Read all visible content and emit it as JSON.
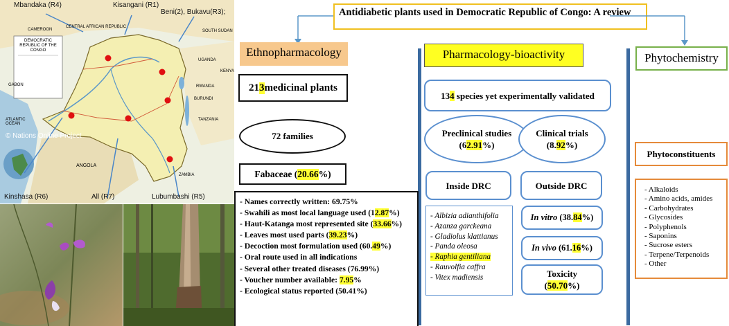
{
  "map": {
    "labels": {
      "mbandaka": "Mbandaka (R4)",
      "kisangani": "Kisangani (R1)",
      "beni": "Beni(2), Bukavu(R3);",
      "kinshasa": "Kinshasa (R6)",
      "all": "All (R7)",
      "lubumbashi": "Lubumbashi (R5)"
    },
    "credit": "© Nations Online Project",
    "legend_title": "DEMOCRATIC REPUBLIC OF THE CONGO",
    "country_labels": [
      "CAMEROON",
      "CENTRAL AFRICAN REPUBLIC",
      "SOUTH SUDAN",
      "UGANDA",
      "KENYA",
      "RWANDA",
      "BURUNDI",
      "TANZANIA",
      "ANGOLA",
      "ZAMBIA",
      "GABON",
      "ATLANTIC OCEAN"
    ],
    "marker_color": "#e01010"
  },
  "title": "Antidiabetic plants used in Democratic Republic of Congo: A review",
  "sections": {
    "ethno": "Ethnopharmacology",
    "pharma": "Pharmacology-bioactivity",
    "phyto": "Phytochemistry"
  },
  "ethno": {
    "plants": {
      "pre": "21",
      "hl": "3",
      "post": " medicinal plants"
    },
    "families": "72 families",
    "fabaceae": {
      "pre": "Fabaceae (",
      "hl": "20.66",
      "post": "%)"
    },
    "items": [
      {
        "pre": "- Names correctly written: 69.75%",
        "hl": "",
        "post": ""
      },
      {
        "pre": "- Swahili as most local language used (1",
        "hl": "2.87",
        "post": "%)"
      },
      {
        "pre": "- Haut-Katanga most represented site (",
        "hl": "33.66",
        "post": "%)"
      },
      {
        "pre": "- Leaves most used parts (",
        "hl": "39.23",
        "post": "%)"
      },
      {
        "pre": "- Decoction most formulation used (60.",
        "hl": "49",
        "post": "%)"
      },
      {
        "pre": "- Oral route used in all indications",
        "hl": "",
        "post": ""
      },
      {
        "pre": "- Several other treated diseases (76.99%)",
        "hl": "",
        "post": ""
      },
      {
        "pre": "- Voucher number available: ",
        "hl": "7.95",
        "post": "%"
      },
      {
        "pre": "- Ecological status reported (50.41%)",
        "hl": "",
        "post": ""
      }
    ]
  },
  "pharma": {
    "species": {
      "pre": "13",
      "hl": "4",
      "post": " species yet experimentally validated"
    },
    "preclinical": {
      "label": "Preclinical studies",
      "pre": "(6",
      "hl": "2.91",
      "post": "%)"
    },
    "clinical": {
      "label": "Clinical trials",
      "pre": "(8.",
      "hl": "92",
      "post": "%)"
    },
    "inside": "Inside DRC",
    "outside": "Outside DRC",
    "species_list": [
      {
        "text": "- Albizia adianthifolia",
        "hl": false
      },
      {
        "text": "- Azanza garckeana",
        "hl": false
      },
      {
        "text": "- Gladiolus klattianus",
        "hl": false
      },
      {
        "text": "- Panda oleosa",
        "hl": false
      },
      {
        "text": "- Raphia gentiliana",
        "hl": true
      },
      {
        "text": "- Rauvolfia caffra",
        "hl": false
      },
      {
        "text": "- Vitex madiensis",
        "hl": false
      }
    ],
    "invitro": {
      "label": "In vitro",
      "pre": " (38.",
      "hl": "84",
      "post": "%)"
    },
    "invivo": {
      "label": "In vivo",
      "pre": " (61.",
      "hl": "16",
      "post": "%)"
    },
    "toxicity": {
      "label": "Toxicity",
      "pre": "(",
      "hl": "50.70",
      "post": "%)"
    }
  },
  "phyto": {
    "heading": "Phytoconstituents",
    "items": [
      "- Alkaloids",
      "- Amino acids, amides",
      "- Carbohydrates",
      "- Glycosides",
      "- Polyphenols",
      "- Saponins",
      "- Sucrose esters",
      "- Terpene/Terpenoids",
      "- Other"
    ]
  },
  "colors": {
    "highlight": "#ffff33",
    "accent_blue": "#5a8fcf",
    "bar_blue": "#3b6aa0",
    "ethno_fill": "#f7c88d",
    "pharma_fill": "#ffff22",
    "phyto_border": "#77b04a",
    "phyto_heading_border": "#e58a3a"
  }
}
